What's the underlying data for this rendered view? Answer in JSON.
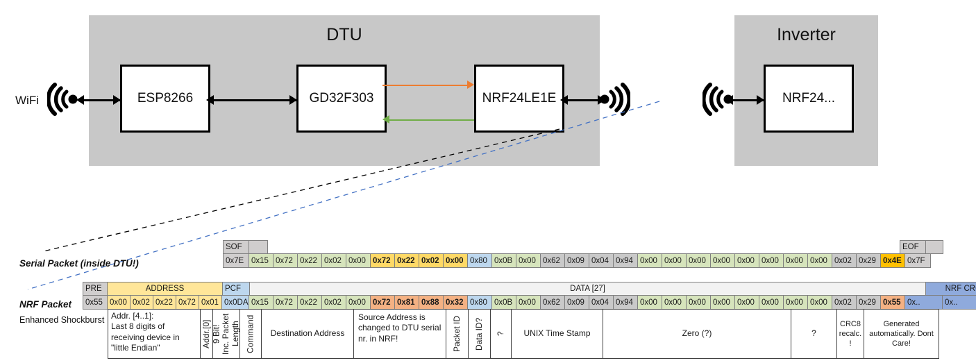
{
  "diagram": {
    "dtu": {
      "title": "DTU",
      "chips": [
        "ESP8266",
        "GD32F303",
        "NRF24LE1E"
      ],
      "wifi_label": "WiFi",
      "arrow_tx_color": "#ED7D31",
      "arrow_rx_color": "#70AD47"
    },
    "inverter": {
      "title": "Inverter",
      "chips": [
        "NRF24..."
      ]
    }
  },
  "packets": {
    "serial_label": "Serial Packet (inside DTU!)",
    "nrf_label": "NRF Packet",
    "nrf_sublabel": "Enhanced Shockburst",
    "serial": {
      "sof_header": "SOF",
      "sof_value": "0x7E",
      "eof_header": "EOF",
      "eof_value": "0x7F",
      "bytes": [
        {
          "v": "0x15",
          "fill": "c-green"
        },
        {
          "v": "0x72",
          "fill": "c-green"
        },
        {
          "v": "0x22",
          "fill": "c-green"
        },
        {
          "v": "0x02",
          "fill": "c-green"
        },
        {
          "v": "0x00",
          "fill": "c-green"
        },
        {
          "v": "0x72",
          "fill": "c-gold-l",
          "bold": true
        },
        {
          "v": "0x22",
          "fill": "c-gold-l",
          "bold": true
        },
        {
          "v": "0x02",
          "fill": "c-gold-l",
          "bold": true
        },
        {
          "v": "0x00",
          "fill": "c-gold-l",
          "bold": true
        },
        {
          "v": "0x80",
          "fill": "c-blue"
        },
        {
          "v": "0x0B",
          "fill": "c-green"
        },
        {
          "v": "0x00",
          "fill": "c-green"
        },
        {
          "v": "0x62",
          "fill": "c-gray-l"
        },
        {
          "v": "0x09",
          "fill": "c-gray-l"
        },
        {
          "v": "0x04",
          "fill": "c-gray-l"
        },
        {
          "v": "0x94",
          "fill": "c-gray-l"
        },
        {
          "v": "0x00",
          "fill": "c-green"
        },
        {
          "v": "0x00",
          "fill": "c-green"
        },
        {
          "v": "0x00",
          "fill": "c-green"
        },
        {
          "v": "0x00",
          "fill": "c-green"
        },
        {
          "v": "0x00",
          "fill": "c-green"
        },
        {
          "v": "0x00",
          "fill": "c-green"
        },
        {
          "v": "0x00",
          "fill": "c-green"
        },
        {
          "v": "0x00",
          "fill": "c-green"
        },
        {
          "v": "0x02",
          "fill": "c-gray-l"
        },
        {
          "v": "0x29",
          "fill": "c-gray-l"
        },
        {
          "v": "0x4E",
          "fill": "c-gold",
          "bold": true
        }
      ]
    },
    "nrf": {
      "headers": {
        "pre": "PRE",
        "address": "ADDRESS",
        "pcf": "PCF",
        "data": "DATA [27]",
        "crc": "NRF CRC"
      },
      "pre_value": "0x55",
      "address_bytes": [
        "0x00",
        "0x02",
        "0x22",
        "0x72",
        "0x01"
      ],
      "pcf_value": "0x0DA",
      "bytes": [
        {
          "v": "0x15",
          "fill": "c-green"
        },
        {
          "v": "0x72",
          "fill": "c-green"
        },
        {
          "v": "0x22",
          "fill": "c-green"
        },
        {
          "v": "0x02",
          "fill": "c-green"
        },
        {
          "v": "0x00",
          "fill": "c-green"
        },
        {
          "v": "0x72",
          "fill": "c-salmon",
          "bold": true
        },
        {
          "v": "0x81",
          "fill": "c-salmon",
          "bold": true
        },
        {
          "v": "0x88",
          "fill": "c-salmon",
          "bold": true
        },
        {
          "v": "0x32",
          "fill": "c-salmon",
          "bold": true
        },
        {
          "v": "0x80",
          "fill": "c-blue"
        },
        {
          "v": "0x0B",
          "fill": "c-green"
        },
        {
          "v": "0x00",
          "fill": "c-green"
        },
        {
          "v": "0x62",
          "fill": "c-gray-l"
        },
        {
          "v": "0x09",
          "fill": "c-gray-l"
        },
        {
          "v": "0x04",
          "fill": "c-gray-l"
        },
        {
          "v": "0x94",
          "fill": "c-gray-l"
        },
        {
          "v": "0x00",
          "fill": "c-green"
        },
        {
          "v": "0x00",
          "fill": "c-green"
        },
        {
          "v": "0x00",
          "fill": "c-green"
        },
        {
          "v": "0x00",
          "fill": "c-green"
        },
        {
          "v": "0x00",
          "fill": "c-green"
        },
        {
          "v": "0x00",
          "fill": "c-green"
        },
        {
          "v": "0x00",
          "fill": "c-green"
        },
        {
          "v": "0x00",
          "fill": "c-green"
        },
        {
          "v": "0x02",
          "fill": "c-gray-l"
        },
        {
          "v": "0x29",
          "fill": "c-gray-l"
        },
        {
          "v": "0x55",
          "fill": "c-salmon",
          "bold": true
        }
      ],
      "crc_bytes": [
        "0x..",
        "0x.."
      ],
      "descriptions": {
        "address": "Addr. [4..1]:\nLast 8 digits of receiving device in \"little Endian\"",
        "addr0": "Addr.[0]",
        "pcf": "9 Bit!\nInc. Packet Length",
        "command": "Command",
        "dest": "Destination Address",
        "source": "Source Address is changed to DTU serial nr. in NRF!",
        "packet_id": "Packet ID",
        "data_id": "Data ID?",
        "unknown1": "?",
        "timestamp": "UNIX Time Stamp",
        "zero": "Zero (?)",
        "unknown2": "?",
        "crc8": "CRC8 recalc. !",
        "nrfcrc": "Generated automatically. Dont Care!"
      }
    }
  }
}
